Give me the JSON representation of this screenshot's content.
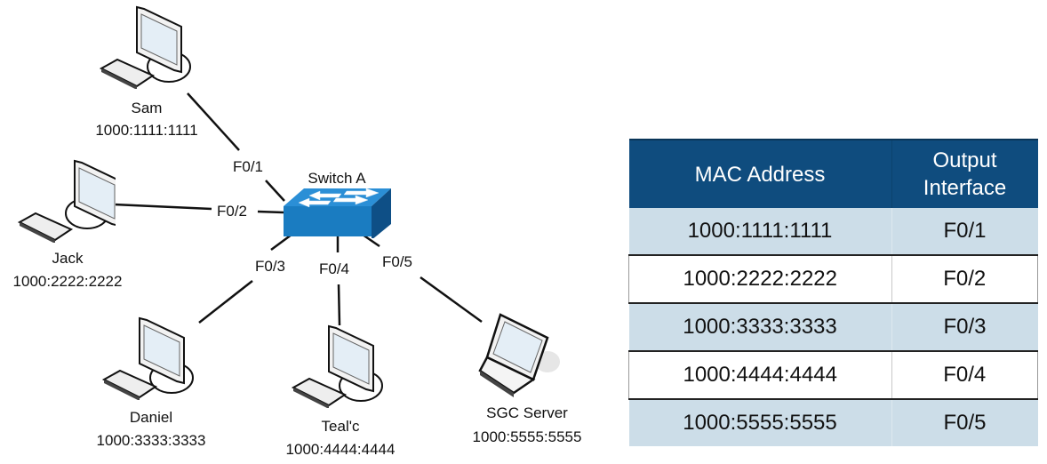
{
  "diagram": {
    "switch": {
      "label": "Switch A",
      "color": "#1a7cc1"
    },
    "hosts": [
      {
        "name": "Sam",
        "mac": "1000:1111:1111",
        "port": "F0/1",
        "device": "desktop"
      },
      {
        "name": "Jack",
        "mac": "1000:2222:2222",
        "port": "F0/2",
        "device": "desktop"
      },
      {
        "name": "Daniel",
        "mac": "1000:3333:3333",
        "port": "F0/3",
        "device": "desktop"
      },
      {
        "name": "Teal'c",
        "mac": "1000:4444:4444",
        "port": "F0/4",
        "device": "desktop"
      },
      {
        "name": "SGC Server",
        "mac": "1000:5555:5555",
        "port": "F0/5",
        "device": "laptop"
      }
    ]
  },
  "mac_table": {
    "headers": [
      "MAC Address",
      "Output\nInterface"
    ],
    "header_color": "#0f4c7e",
    "shaded_row_color": "#ccdde8",
    "rows": [
      {
        "mac": "1000:1111:1111",
        "interface": "F0/1"
      },
      {
        "mac": "1000:2222:2222",
        "interface": "F0/2"
      },
      {
        "mac": "1000:3333:3333",
        "interface": "F0/3"
      },
      {
        "mac": "1000:4444:4444",
        "interface": "F0/4"
      },
      {
        "mac": "1000:5555:5555",
        "interface": "F0/5"
      }
    ]
  }
}
